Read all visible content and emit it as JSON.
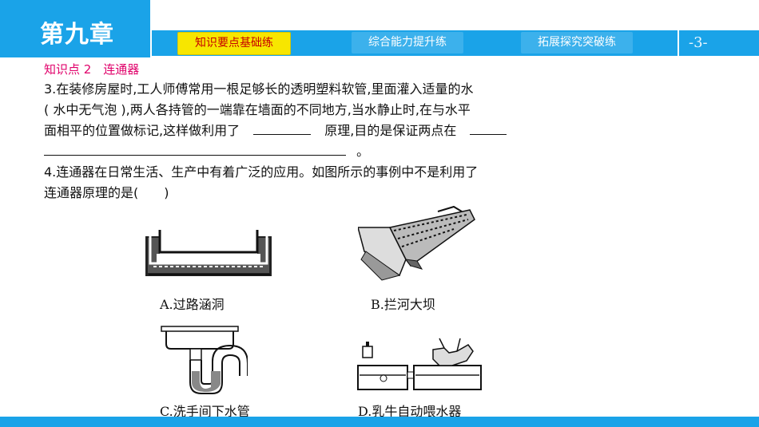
{
  "header": {
    "chapter": "第九章",
    "tabs": [
      "知识要点基础练",
      "综合能力提升练",
      "拓展探究突破练"
    ],
    "page": "-3-"
  },
  "content": {
    "heading": "知识点 2　连通器",
    "q3_line1": "3.在装修房屋时,工人师傅常用一根足够长的透明塑料软管,里面灌入适量的水",
    "q3_line2": "(  水中无气泡  ),两人各持管的一端靠在墙面的不同地方,当水静止时,在与水平",
    "q3_line3a": "面相平的位置做标记,这样做利用了",
    "q3_line3b": "原理,目的是保证两点在",
    "q3_line4_end": "。",
    "q4_line1": "4.连通器在日常生活、生产中有着广泛的应用。如图所示的事例中不是利用了",
    "q4_line2": "连通器原理的是(　　)"
  },
  "figures": {
    "a": "A.过路涵洞",
    "b": "B.拦河大坝",
    "c": "C.洗手间下水管",
    "d": "D.乳牛自动喂水器"
  },
  "colors": {
    "header_blue": "#1aa3e8",
    "active_tab": "#f7e600",
    "heading_pink": "#e0006a"
  }
}
